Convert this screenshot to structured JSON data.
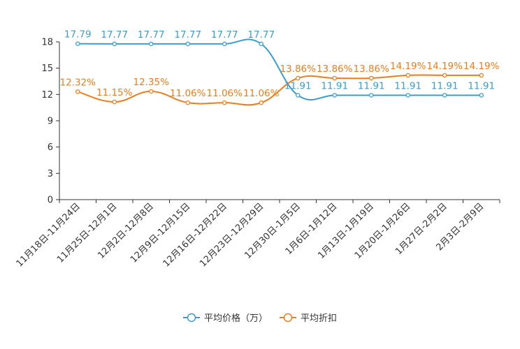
{
  "chart_data": {
    "type": "line",
    "categories": [
      "11月18日-11月24日",
      "11月25日-12月1日",
      "12月2日-12月8日",
      "12月9日-12月15日",
      "12月16日-12月22日",
      "12月23日-12月29日",
      "12月30日-1月5日",
      "1月6日-1月12日",
      "1月13日-1月19日",
      "1月20日-1月26日",
      "1月27日-2月2日",
      "2月3日-2月9日"
    ],
    "ylim": [
      0,
      18
    ],
    "yticks": [
      0,
      3,
      6,
      9,
      12,
      15,
      18
    ],
    "grid": false,
    "legend_position": "bottom-center",
    "series": [
      {
        "name": "平均价格（万）",
        "color": "#3a9ccf",
        "values": [
          17.79,
          17.77,
          17.77,
          17.77,
          17.77,
          17.77,
          11.91,
          11.91,
          11.91,
          11.91,
          11.91,
          11.91
        ],
        "labels": [
          "17.79",
          "17.77",
          "17.77",
          "17.77",
          "17.77",
          "17.77",
          "11.91",
          "11.91",
          "11.91",
          "11.91",
          "11.91",
          "11.91"
        ]
      },
      {
        "name": "平均折扣",
        "color": "#f07c1b",
        "values": [
          12.32,
          11.15,
          12.35,
          11.06,
          11.06,
          11.06,
          13.86,
          13.86,
          13.86,
          14.19,
          14.19,
          14.19
        ],
        "labels": [
          "12.32%",
          "11.15%",
          "12.35%",
          "11.06%",
          "11.06%",
          "11.06%",
          "13.86%",
          "13.86%",
          "13.86%",
          "14.19%",
          "14.19%",
          "14.19%"
        ]
      }
    ]
  }
}
